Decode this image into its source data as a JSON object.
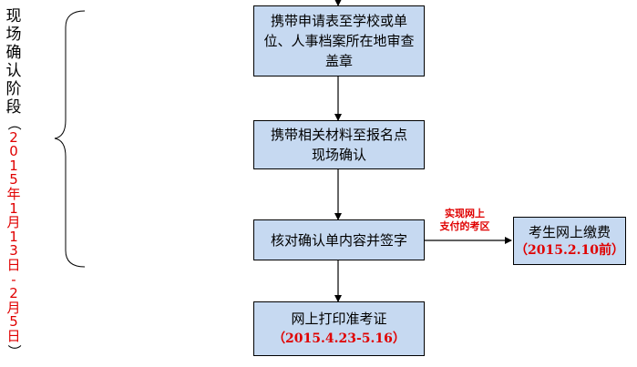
{
  "stage": {
    "title_chars": [
      "现",
      "场",
      "确",
      "认",
      "阶",
      "段"
    ],
    "open_paren": "（",
    "date_chars": [
      "2",
      "0",
      "1",
      "5",
      "年",
      "1",
      "月",
      "1",
      "3",
      "日",
      "-",
      "2",
      "月",
      "5",
      "日"
    ],
    "close_paren": "）"
  },
  "nodes": {
    "step1": {
      "text": "携带申请表至学校或单位、人事档案所在地审查盖章"
    },
    "step2": {
      "text": "携带相关材料至报名点现场确认"
    },
    "step3": {
      "text": "核对确认单内容并签字"
    },
    "step4": {
      "text": "网上打印准考证",
      "date": "（2015.4.23-5.16）"
    },
    "payment": {
      "text": "考生网上缴费",
      "date": "（2015.2.10前）"
    }
  },
  "edge_label": {
    "line1": "实现网上",
    "line2": "支付的考区"
  },
  "colors": {
    "box_fill": "#c6d9f1",
    "accent_red": "#e00000",
    "line": "#000000"
  }
}
